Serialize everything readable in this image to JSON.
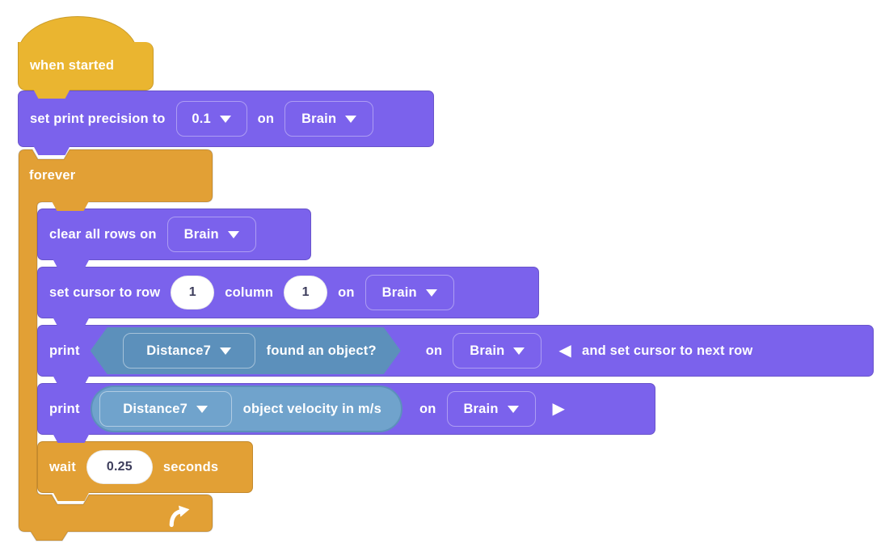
{
  "colors": {
    "event_yellow": "#eab530",
    "control_orange": "#e2a035",
    "looks_purple": "#7b62ec",
    "sensing_blue": "#70a3cc",
    "sensing_blue_border": "#5c90bb",
    "input_text": "#3d3d5c",
    "text_white": "#ffffff"
  },
  "script": {
    "when_started": {
      "label": "when started"
    },
    "set_print_precision": {
      "text_before": "set print precision to",
      "precision_value": "0.1",
      "on_text": "on",
      "device_value": "Brain"
    },
    "forever": {
      "label": "forever"
    },
    "clear_all_rows": {
      "text_before": "clear all rows on",
      "device_value": "Brain"
    },
    "set_cursor": {
      "text_row": "set cursor to row",
      "row_value": "1",
      "text_column": "column",
      "column_value": "1",
      "on_text": "on",
      "device_value": "Brain"
    },
    "print_condition": {
      "print_text": "print",
      "sensor_value": "Distance7",
      "condition_text": "found an object?",
      "on_text": "on",
      "device_value": "Brain",
      "collapse_arrow": "◀",
      "expanded_text": "and set cursor to next row"
    },
    "print_velocity": {
      "print_text": "print",
      "sensor_value": "Distance7",
      "reporter_text": "object velocity in m/s",
      "on_text": "on",
      "device_value": "Brain",
      "expand_arrow": "▶"
    },
    "wait": {
      "wait_text": "wait",
      "seconds_value": "0.25",
      "seconds_text": "seconds"
    }
  }
}
